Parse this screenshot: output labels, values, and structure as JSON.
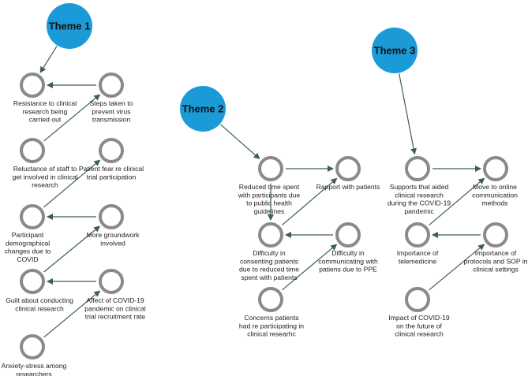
{
  "themes": [
    {
      "id": "t1",
      "label": "Theme 1"
    },
    {
      "id": "t2",
      "label": "Theme 2"
    },
    {
      "id": "t3",
      "label": "Theme 3"
    }
  ],
  "nodes": [
    {
      "id": "n1",
      "lines": [
        "Resistance to clinical",
        "research being",
        "carried out"
      ]
    },
    {
      "id": "n2",
      "lines": [
        "Steps taken to",
        "prevent virus",
        "transmission"
      ]
    },
    {
      "id": "n3",
      "lines": [
        "Reluctance of staff to",
        "get involved in clinical",
        "research"
      ]
    },
    {
      "id": "n4",
      "lines": [
        "Patient fear re clinical",
        "trial participation"
      ]
    },
    {
      "id": "n5",
      "lines": [
        "Participant",
        "demographical",
        "changes due to",
        "COVID"
      ]
    },
    {
      "id": "n6",
      "lines": [
        "More groundwork",
        "involved"
      ]
    },
    {
      "id": "n7",
      "lines": [
        "Guilt about conducting",
        "clinical research"
      ]
    },
    {
      "id": "n8",
      "lines": [
        "Affect of COVID-19",
        "pandemic on clinical",
        "trial recruitment rate"
      ]
    },
    {
      "id": "n9",
      "lines": [
        "Anxiety-stress among",
        "researchers"
      ]
    },
    {
      "id": "n10",
      "lines": [
        "Reduced time spent",
        "with participants due",
        "to public health",
        "guidelines"
      ]
    },
    {
      "id": "n11",
      "lines": [
        "Rapport with patients"
      ]
    },
    {
      "id": "n12",
      "lines": [
        "Difficulty in",
        "consenting patients",
        "due to reduced time",
        "spent with patients"
      ]
    },
    {
      "id": "n13",
      "lines": [
        "Difficulty in",
        "communicating with",
        "patiens due to PPE"
      ]
    },
    {
      "id": "n14",
      "lines": [
        "Concerns patients",
        "had re participating in",
        "clinical researhc"
      ]
    },
    {
      "id": "n15",
      "lines": [
        "Supports that aided",
        "clinical research",
        "during the COVID-19",
        "pandemic"
      ]
    },
    {
      "id": "n16",
      "lines": [
        "Move to online",
        "communication",
        "methods"
      ]
    },
    {
      "id": "n17",
      "lines": [
        "Importance of",
        "telemedicine"
      ]
    },
    {
      "id": "n18",
      "lines": [
        "Importance of",
        "protocols and SOP in",
        "clinical settings"
      ]
    },
    {
      "id": "n19",
      "lines": [
        "Impact of COVID-19",
        "on the future of",
        "clinical research"
      ]
    }
  ],
  "edges": [
    {
      "from": "t1",
      "to": "n1"
    },
    {
      "from": "n2",
      "to": "n1"
    },
    {
      "from": "n3",
      "to": "n2"
    },
    {
      "from": "n5",
      "to": "n4"
    },
    {
      "from": "n6",
      "to": "n5"
    },
    {
      "from": "n7",
      "to": "n6"
    },
    {
      "from": "n8",
      "to": "n7"
    },
    {
      "from": "n9",
      "to": "n8"
    },
    {
      "from": "t2",
      "to": "n10"
    },
    {
      "from": "n10",
      "to": "n11"
    },
    {
      "from": "n10",
      "to": "n12"
    },
    {
      "from": "n12",
      "to": "n11"
    },
    {
      "from": "n13",
      "to": "n12"
    },
    {
      "from": "n14",
      "to": "n13"
    },
    {
      "from": "t3",
      "to": "n15"
    },
    {
      "from": "n15",
      "to": "n16"
    },
    {
      "from": "n17",
      "to": "n16"
    },
    {
      "from": "n18",
      "to": "n17"
    },
    {
      "from": "n19",
      "to": "n18"
    }
  ],
  "colors": {
    "theme_fill": "#1a9ad6",
    "node_ring": "#8a8a8a",
    "edge": "#3e5e52"
  }
}
